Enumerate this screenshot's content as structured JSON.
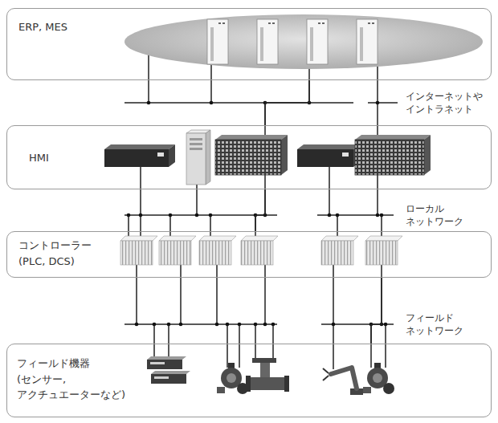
{
  "diagram": {
    "nodes": [
      {
        "text": [
          "ERP, MES"
        ]
      },
      {
        "text": [
          "HMI"
        ]
      },
      {
        "text": [
          "コントローラー (PLC, DCS)"
        ]
      },
      {
        "text": [
          "フィールド機器 (センサー, アクチュエーターなど)"
        ]
      }
    ],
    "edges": [
      {
        "from": 0,
        "to": 1,
        "label": "インターネットや イントラネット",
        "arrow": "none"
      },
      {
        "from": 1,
        "to": 2,
        "label": "ローカル ネットワーク",
        "arrow": "none"
      },
      {
        "from": 2,
        "to": 3,
        "label": "フィールド ネットワーク",
        "arrow": "none"
      }
    ]
  }
}
